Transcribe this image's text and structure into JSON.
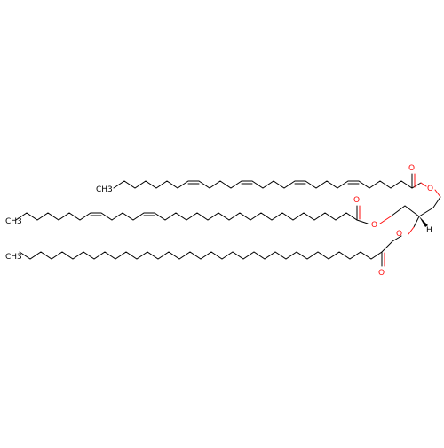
{
  "molecule": {
    "atom_labels": {
      "chain1_terminal": "CH3",
      "chain2_terminal": "CH3",
      "chain3_terminal": "CH3",
      "ester1_carbonyl_o": "O",
      "ester1_ether_o": "O",
      "ester2_carbonyl_o": "O",
      "ester2_ether_o": "O",
      "ester3_carbonyl_o": "O",
      "ester3_ether_o": "O",
      "stereo_h": "H"
    },
    "colors": {
      "carbon": "#000000",
      "oxygen": "#ff0d0d",
      "background": "#ffffff"
    }
  }
}
